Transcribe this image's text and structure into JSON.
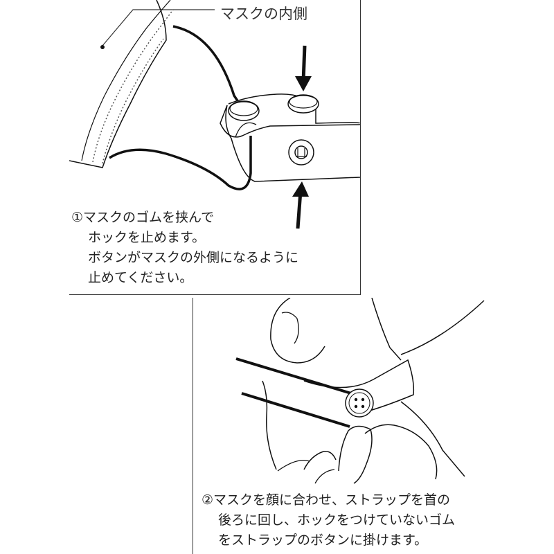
{
  "step1": {
    "label_inner": "マスクの内側",
    "lines": [
      "①マスクのゴムを挟んで",
      "ホックを止めます。",
      "ボタンがマスクの外側になるように",
      "止めてください。"
    ]
  },
  "step2": {
    "lines": [
      "②マスクを顔に合わせ、ストラップを首の",
      "後ろに回し、ホックをつけていないゴム",
      "をストラップのボタンに掛けます。"
    ]
  },
  "colors": {
    "line": "#1a1a1a",
    "background": "#ffffff"
  },
  "icons": [
    "arrow-down-icon",
    "arrow-up-icon",
    "snap-button-icon",
    "four-hole-button-icon"
  ]
}
